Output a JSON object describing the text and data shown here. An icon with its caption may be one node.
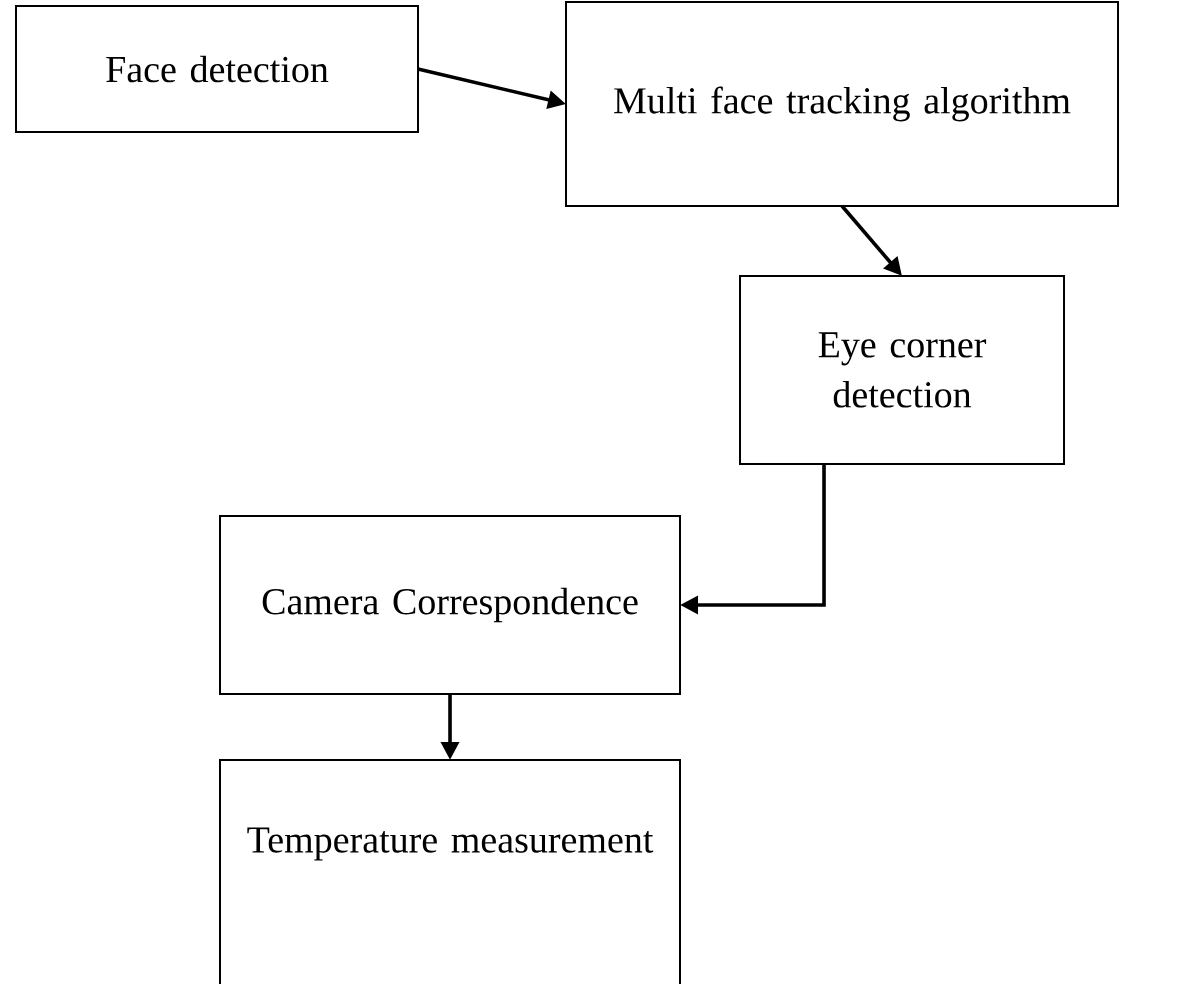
{
  "diagram": {
    "nodes": [
      {
        "text": [
          "Face detection"
        ]
      },
      {
        "text": [
          "Multi face tracking algorithm"
        ]
      },
      {
        "text": [
          "Eye corner detection"
        ]
      },
      {
        "text": [
          "Camera Correspondence"
        ]
      },
      {
        "text": [
          "Temperature measurement"
        ]
      }
    ],
    "edges": [
      {
        "from": 0,
        "to": 1,
        "arrow": "to"
      },
      {
        "from": 1,
        "to": 2,
        "arrow": "to"
      },
      {
        "from": 2,
        "to": 3,
        "arrow": "to"
      },
      {
        "from": 3,
        "to": 4,
        "arrow": "to"
      }
    ]
  }
}
